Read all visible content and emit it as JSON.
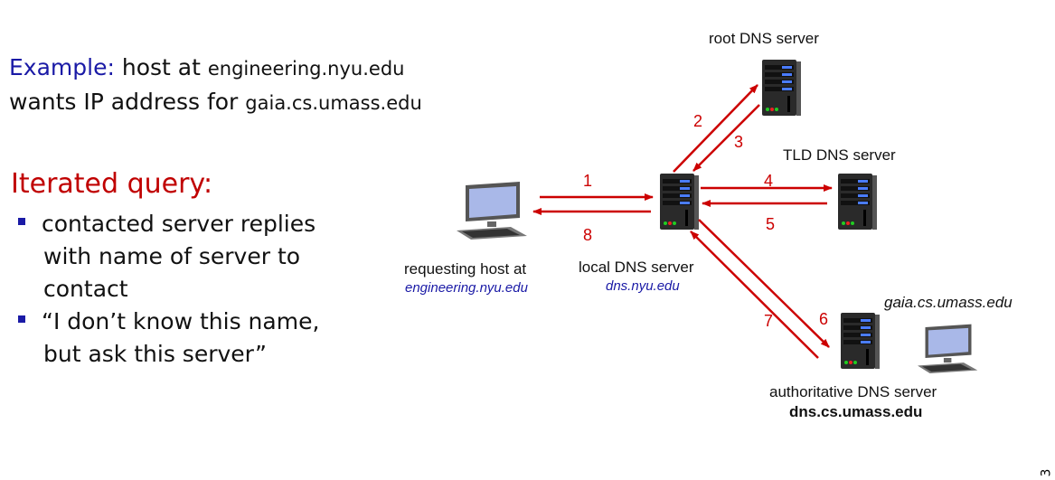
{
  "example": {
    "label": "Example:",
    "line1_text": "host at",
    "line1_host": "engineering.nyu.edu",
    "line2_text": "wants IP address for",
    "line2_host": "gaia.cs.umass.edu"
  },
  "iterated": {
    "title": "Iterated query:",
    "bullets": [
      {
        "lines": [
          "contacted server replies",
          "with name of server to",
          "contact"
        ]
      },
      {
        "lines": [
          "“I don’t know this name,",
          "but ask this server”"
        ]
      }
    ]
  },
  "nodes": {
    "root": {
      "label": "root DNS server"
    },
    "tld": {
      "label": "TLD DNS server"
    },
    "local": {
      "label": "local DNS server",
      "host": "dns.nyu.edu"
    },
    "requesting": {
      "label": "requesting host at",
      "host": "engineering.nyu.edu"
    },
    "authoritative": {
      "label": "authoritative DNS server",
      "host": "dns.cs.umass.edu"
    },
    "gaia": {
      "host": "gaia.cs.umass.edu"
    }
  },
  "steps": [
    "1",
    "2",
    "3",
    "4",
    "5",
    "6",
    "7",
    "8"
  ],
  "page_number": "3",
  "colors": {
    "arrow": "#cc0000",
    "title_blue": "#1a1aa6",
    "title_red": "#c00000"
  }
}
